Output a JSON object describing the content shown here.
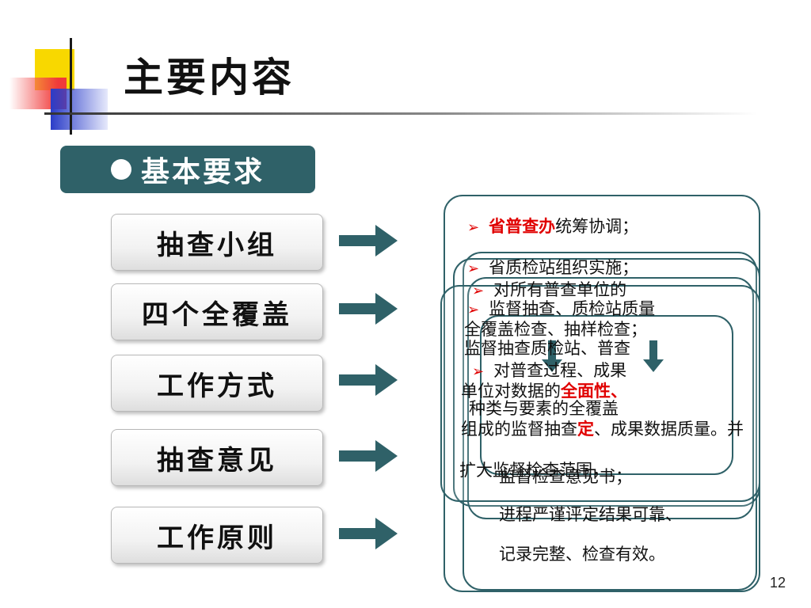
{
  "title": "主要内容",
  "section_header": "基本要求",
  "tabs": [
    {
      "label": "抽查小组"
    },
    {
      "label": "四个全覆盖"
    },
    {
      "label": "工作方式"
    },
    {
      "label": "抽查意见"
    },
    {
      "label": "工作原则"
    }
  ],
  "panel": {
    "line1_red": "省普查办",
    "line1_rest": "统筹协调；",
    "line2": "省质检站组织实施；",
    "line3": "对所有普查单位的",
    "line4": "监督抽查、质检站质量",
    "line5": "全覆盖检查、抽样检查；",
    "line6": "监督抽查质检站、普查",
    "line7": "对普查过程、成果",
    "line8_a": "单位对数据的",
    "line8_red": "全面性、",
    "line9": "种类与要素的全覆盖",
    "line10_a": "组成的监督抽查",
    "line10_red": "定",
    "line10_b": "、成果数据质量。并",
    "line11": "扩大监督检查范围，",
    "line12": "监督检查意见书；",
    "line13": "进程严谨评定结果可靠、",
    "line14": "记录完整、检查有效。"
  },
  "page_number": "12",
  "colors": {
    "accent": "#2f6168",
    "highlight": "#e00000"
  }
}
